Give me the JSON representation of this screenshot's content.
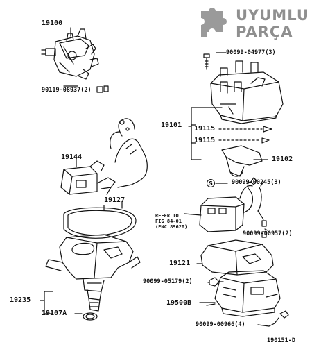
{
  "logo": {
    "line1": "UYUMLU",
    "line2": "PARÇA",
    "icon": "puzzle-piece-icon",
    "color": "#8f8f8f"
  },
  "diagram_code": "190151-D",
  "marker_symbol": "S",
  "reference_note": {
    "line1": "REFER TO",
    "line2": "FIG 84-01",
    "line3": "(PNC 89620)"
  },
  "labels": {
    "p19100": "19100",
    "p90119_08937": "90119-08937(2)",
    "p90099_04977": "90099-04977(3)",
    "p19101": "19101",
    "p19115a": "19115",
    "p19115b": "19115",
    "p19144": "19144",
    "p19102": "19102",
    "p90099_00245": "90099-00245(3)",
    "p19127": "19127",
    "p90099_00957": "90099-00957(2)",
    "p19121": "19121",
    "p90099_05179": "90099-05179(2)",
    "p19235": "19235",
    "p19500b": "19500B",
    "p19107a": "19107A",
    "p90099_00966": "90099-00966(4)"
  }
}
